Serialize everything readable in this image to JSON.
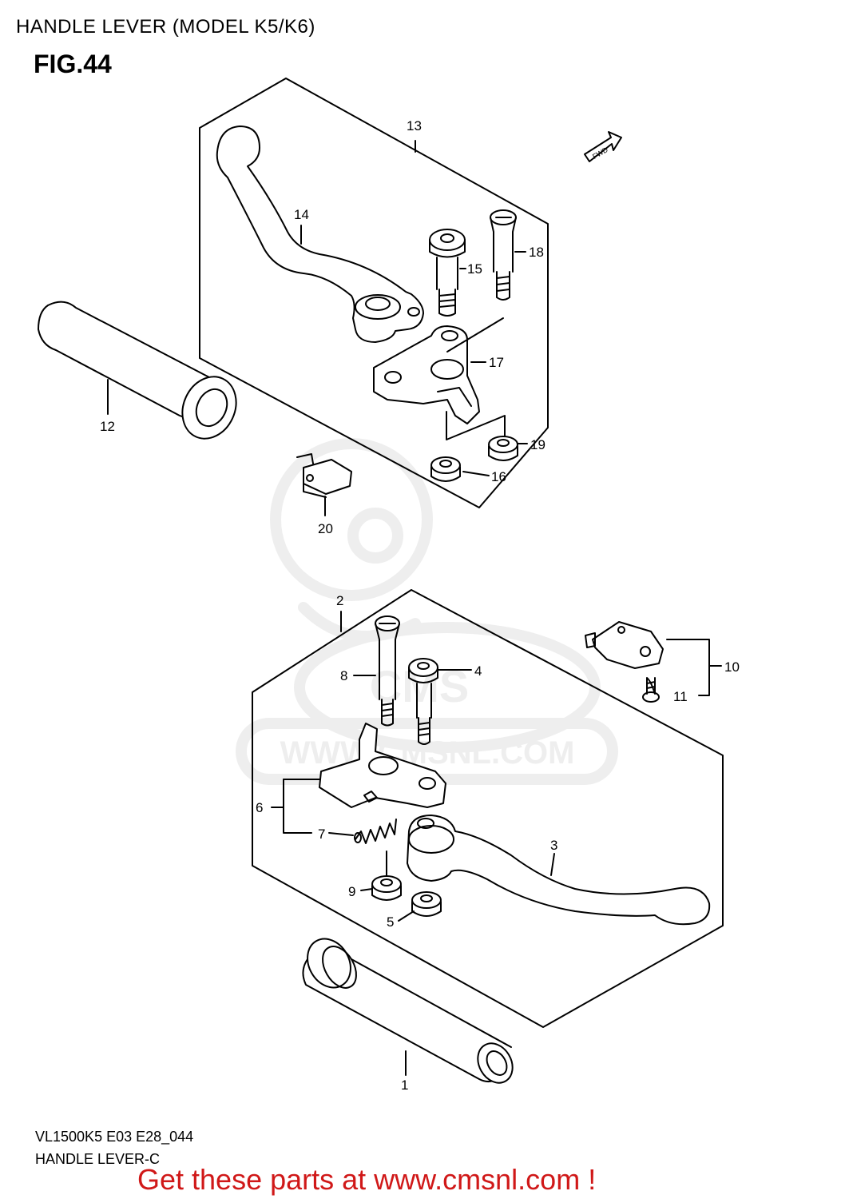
{
  "header": {
    "title": "HANDLE LEVER (MODEL K5/K6)",
    "figure": "FIG.44"
  },
  "diagram": {
    "direction_marker": "FWD",
    "watermark_logo": "CMS",
    "watermark_url": "WWW.CMSNL.COM",
    "callouts": {
      "c1": "1",
      "c2": "2",
      "c3": "3",
      "c4": "4",
      "c5": "5",
      "c6": "6",
      "c7": "7",
      "c8": "8",
      "c9": "9",
      "c10": "10",
      "c11": "11",
      "c12": "12",
      "c13": "13",
      "c14": "14",
      "c15": "15",
      "c16": "16",
      "c17": "17",
      "c18": "18",
      "c19": "19",
      "c20": "20"
    }
  },
  "footer": {
    "model_code": "VL1500K5 E03 E28_044",
    "section": "HANDLE LEVER-C",
    "promo": "Get these parts at www.cmsnl.com !"
  },
  "colors": {
    "line": "#000000",
    "watermark": "#eeeeee",
    "promo": "#d01818"
  }
}
